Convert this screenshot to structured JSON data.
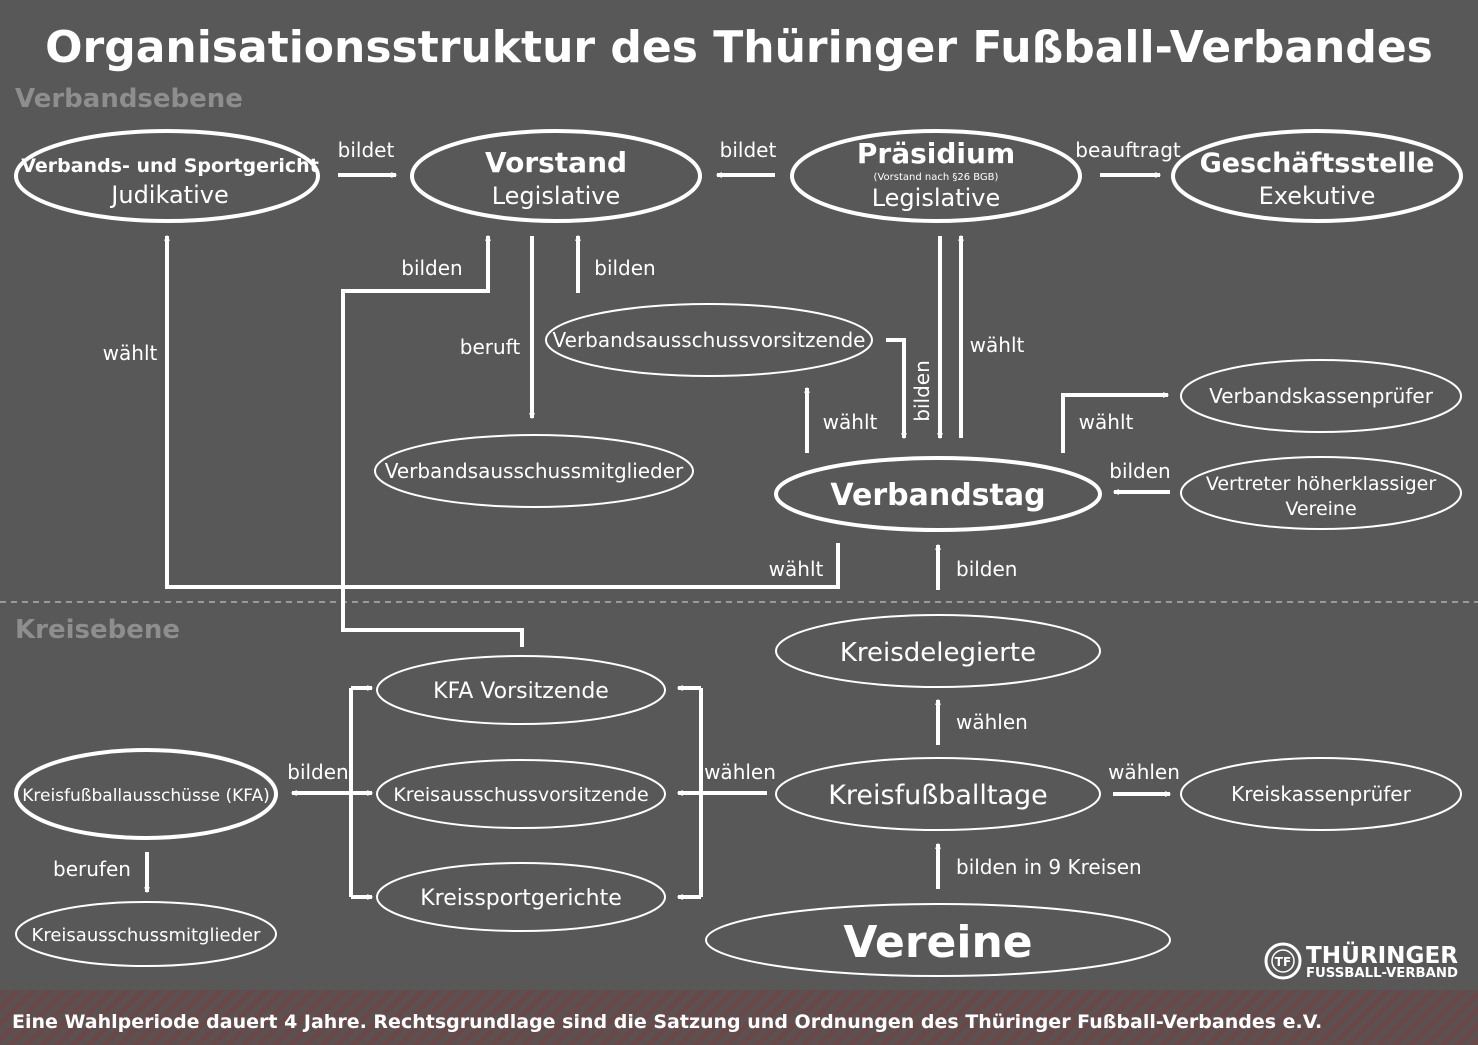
{
  "title": "Organisationsstruktur des Thüringer Fußball-Verbandes",
  "sections": {
    "verband": "Verbandsebene",
    "kreis": "Kreisebene"
  },
  "nodes": {
    "verbandsgericht": {
      "label": "Verbands- und Sportgericht",
      "sub": "Judikative"
    },
    "vorstand": {
      "label": "Vorstand",
      "sub": "Legislative"
    },
    "praesidium": {
      "label": "Präsidium",
      "note": "(Vorstand nach §26 BGB)",
      "sub": "Legislative"
    },
    "geschaeftsstelle": {
      "label": "Geschäftsstelle",
      "sub": "Exekutive"
    },
    "verbandsausschussvorsitzende": {
      "label": "Verbandsausschussvorsitzende"
    },
    "verbandsausschussmitglieder": {
      "label": "Verbandsausschussmitglieder"
    },
    "verbandstag": {
      "label": "Verbandstag"
    },
    "verbandskassenpruefer": {
      "label": "Verbandskassenprüfer"
    },
    "vertreter_line1": {
      "label": "Vertreter höherklassiger"
    },
    "vertreter_line2": {
      "label": "Vereine"
    },
    "kreisdelegierte": {
      "label": "Kreisdelegierte"
    },
    "kfa_vorsitzende": {
      "label": "KFA Vorsitzende"
    },
    "kreisausschussvorsitzende": {
      "label": "Kreisausschussvorsitzende"
    },
    "kreissportgerichte": {
      "label": "Kreissportgerichte"
    },
    "kfa": {
      "label": "Kreisfußballausschüsse (KFA)"
    },
    "kreisausschussmitglieder": {
      "label": "Kreisausschussmitglieder"
    },
    "kreisfussballtage": {
      "label": "Kreisfußballtage"
    },
    "kreiskassenpruefer": {
      "label": "Kreiskassenprüfer"
    },
    "vereine": {
      "label": "Vereine"
    }
  },
  "edges": {
    "gericht_bildet": "bildet",
    "praesidium_bildet": "bildet",
    "beauftragt": "beauftragt",
    "bilden_kfa_vorstand": "bilden",
    "bilden_vav_vorstand": "bilden",
    "beruft": "beruft",
    "waehlt_gericht": "wählt",
    "waehlt_vav": "wählt",
    "bilden_vav_tag": "bilden",
    "waehlt_praesidium": "wählt",
    "waehlt_kassenpruefer": "wählt",
    "bilden_vertreter": "bilden",
    "waehlt_bottom": "wählt",
    "bilden_delegierte": "bilden",
    "waehlen_delegierte": "wählen",
    "waehlen_kreis": "wählen",
    "waehlen_kassen": "wählen",
    "bilden_kfa": "bilden",
    "berufen": "berufen",
    "bilden_9_kreisen": "bilden in 9 Kreisen"
  },
  "logo": {
    "line1": "THÜRINGER",
    "line2": "FUSSBALL-VERBAND",
    "mark": "TF"
  },
  "footer": "Eine Wahlperiode dauert 4 Jahre. Rechtsgrundlage sind die Satzung und Ordnungen des Thüringer Fußball-Verbandes e.V.",
  "colors": {
    "background": "#585858",
    "foreground": "#ffffff",
    "section": "#8e8e8e"
  }
}
